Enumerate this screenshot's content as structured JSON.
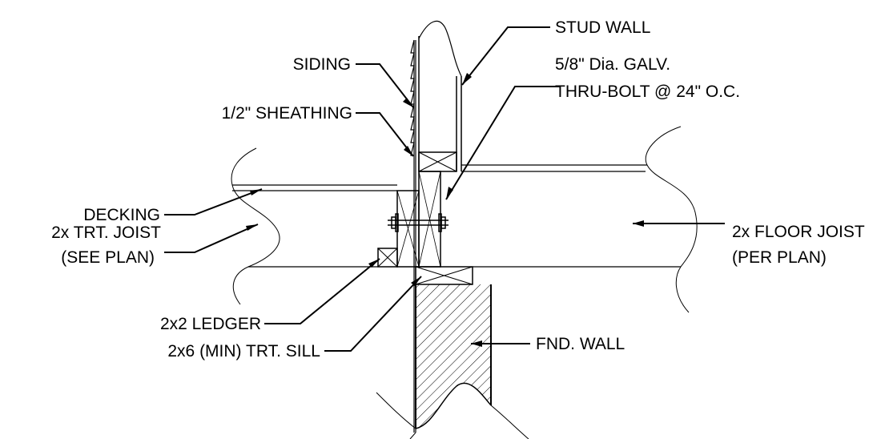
{
  "labels": {
    "stud_wall": "STUD WALL",
    "siding": "SIDING",
    "bolt_line1": "5/8\" Dia. GALV.",
    "bolt_line2": "THRU-BOLT @ 24\" O.C.",
    "sheathing": "1/2\" SHEATHING",
    "decking": "DECKING",
    "trt_joist_line1": "2x TRT. JOIST",
    "trt_joist_line2": "(SEE PLAN)",
    "floor_joist_line1": "2x FLOOR JOIST",
    "floor_joist_line2": "(PER PLAN)",
    "ledger": "2x2 LEDGER",
    "sill": "2x6 (MIN) TRT. SILL",
    "fnd_wall": "FND. WALL"
  },
  "colors": {
    "ink": "#000000",
    "background": "#ffffff"
  }
}
